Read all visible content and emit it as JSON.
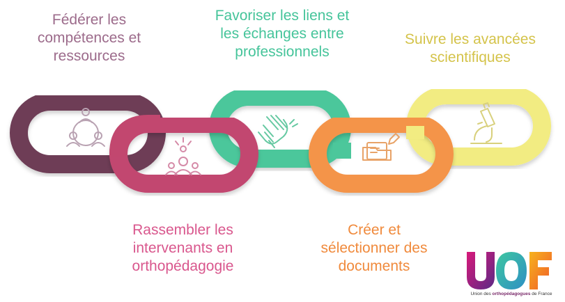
{
  "links": [
    {
      "label": "Fédérer les\ncompétences et\nressources",
      "color": "#6e3d56",
      "icon": "team-network-icon"
    },
    {
      "label": "Favoriser les liens et\nles échanges entre\nprofessionnels",
      "color": "#4cc79b",
      "icon": "clapping-hands-icon"
    },
    {
      "label": "Suivre les avancées\nscientifiques",
      "color": "#f2ec82",
      "icon": "microscope-icon"
    },
    {
      "label": "Rassembler les\nintervenants en\northopédagogie",
      "color": "#c2476f",
      "icon": "gathering-people-icon"
    },
    {
      "label": "Créer et\nsélectionner des\ndocuments",
      "color": "#f4944a",
      "icon": "document-edit-icon"
    }
  ],
  "logo": {
    "letters": "UOF",
    "caption_pre": "Union des ",
    "caption_bold": "orthopédagogues",
    "caption_post": " de France"
  }
}
